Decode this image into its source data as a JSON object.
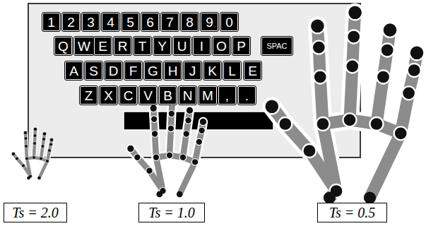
{
  "diagram": {
    "nodes": [
      {
        "text": [
          "1"
        ]
      },
      {
        "text": [
          "2"
        ]
      },
      {
        "text": [
          "3"
        ]
      },
      {
        "text": [
          "4"
        ]
      },
      {
        "text": [
          "5"
        ]
      },
      {
        "text": [
          "6"
        ]
      },
      {
        "text": [
          "7"
        ]
      },
      {
        "text": [
          "8"
        ]
      },
      {
        "text": [
          "9"
        ]
      },
      {
        "text": [
          "0"
        ]
      },
      {
        "text": [
          "Q"
        ]
      },
      {
        "text": [
          "W"
        ]
      },
      {
        "text": [
          "E"
        ]
      },
      {
        "text": [
          "R"
        ]
      },
      {
        "text": [
          "T"
        ]
      },
      {
        "text": [
          "Y"
        ]
      },
      {
        "text": [
          "U"
        ]
      },
      {
        "text": [
          "I"
        ]
      },
      {
        "text": [
          "O"
        ]
      },
      {
        "text": [
          "P"
        ]
      },
      {
        "text": [
          "SPAC"
        ]
      },
      {
        "text": [
          "A"
        ]
      },
      {
        "text": [
          "S"
        ]
      },
      {
        "text": [
          "D"
        ]
      },
      {
        "text": [
          "F"
        ]
      },
      {
        "text": [
          "G"
        ]
      },
      {
        "text": [
          "H"
        ]
      },
      {
        "text": [
          "J"
        ]
      },
      {
        "text": [
          "K"
        ]
      },
      {
        "text": [
          "L"
        ]
      },
      {
        "text": [
          "E"
        ]
      },
      {
        "text": [
          "Z"
        ]
      },
      {
        "text": [
          "X"
        ]
      },
      {
        "text": [
          "C"
        ]
      },
      {
        "text": [
          "V"
        ]
      },
      {
        "text": [
          "B"
        ]
      },
      {
        "text": [
          "N"
        ]
      },
      {
        "text": [
          "M"
        ]
      },
      {
        "text": [
          ","
        ]
      },
      {
        "text": [
          "."
        ]
      },
      {
        "text": [
          "Ts = 2.0"
        ]
      },
      {
        "text": [
          "Ts = 1.0"
        ]
      },
      {
        "text": [
          "Ts = 0.5"
        ]
      }
    ]
  }
}
